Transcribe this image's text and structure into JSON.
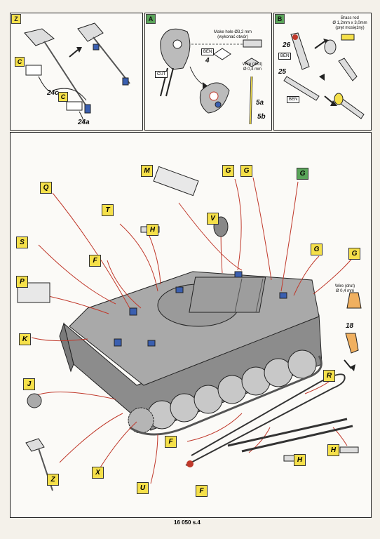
{
  "panels": {
    "z_top": {
      "tag": "Z",
      "parts": [
        "C",
        "24c",
        "C",
        "24a"
      ]
    },
    "a_top": {
      "tag": "A",
      "drill_note": "Make hole Ø3,2 mm",
      "drill_note_pl": "(wykonać otwór)",
      "ben": "BEN",
      "step4": "4",
      "cut": "CUT",
      "wire_note": "Wire (drut)",
      "wire_dia": "Ø 0,4 mm",
      "step5a": "5a",
      "step5b": "5b"
    },
    "b_top": {
      "tag": "B",
      "brass_note": "Brass rod",
      "brass_dia": "Ø 1,2mm x 3,0mm",
      "brass_pl": "(pręt mosiężny)",
      "step26": "26",
      "ben": "BEN",
      "step25": "25",
      "ben2": "BEN"
    }
  },
  "main": {
    "labels": {
      "M": "M",
      "G1": "G",
      "G2": "G",
      "G_green": "G",
      "Q": "Q",
      "T": "T",
      "H1": "H",
      "V": "V",
      "S": "S",
      "F1": "F",
      "G3": "G",
      "G4": "G",
      "P": "P",
      "K": "K",
      "J": "J",
      "R": "R",
      "F2": "F",
      "H2": "H",
      "H3": "H",
      "Z": "Z",
      "X": "X",
      "U": "U",
      "F3": "F"
    },
    "wire_note": "Wire (drut)",
    "wire_dia": "Ø 0,4 mm",
    "step18": "18"
  },
  "page_number": "16 050 s.4",
  "colors": {
    "leader": "#c0392b",
    "part_blue": "#3a5fb0",
    "tank_grey": "#9a9a9a",
    "tag_yellow": "#f5e04a",
    "tag_green": "#5aa55a"
  }
}
